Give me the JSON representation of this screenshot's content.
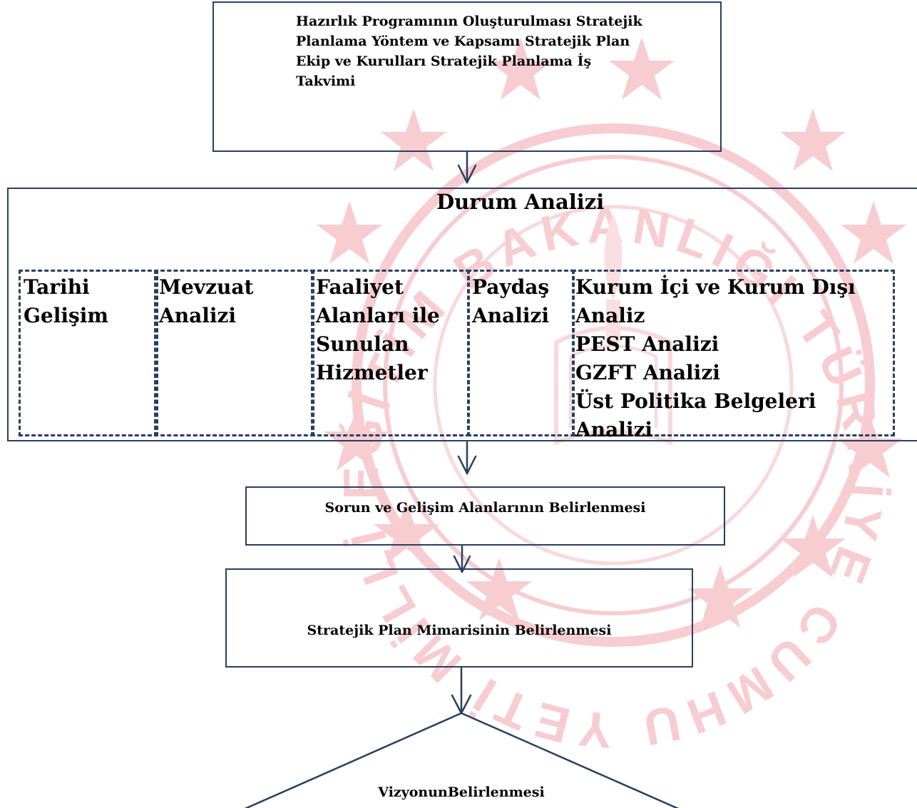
{
  "colors": {
    "border": "#2a3f5e",
    "watermark": "#e8606e"
  },
  "steps": {
    "preparation": {
      "lines": [
        "Hazırlık Programının Oluşturulması Stratejik",
        "Planlama Yöntem ve Kapsamı Stratejik Plan",
        "Ekip ve Kurulları Stratejik Planlama İş",
        "Takvimi"
      ]
    },
    "situation_analysis": {
      "title": "Durum Analizi",
      "columns": [
        {
          "lines": [
            "Tarihi",
            "Gelişim"
          ]
        },
        {
          "lines": [
            "Mevzuat",
            "Analizi"
          ]
        },
        {
          "lines": [
            "Faaliyet",
            "Alanları ile",
            "Sunulan",
            "Hizmetler"
          ]
        },
        {
          "lines": [
            "Paydaş",
            "Analizi"
          ]
        },
        {
          "lines": [
            "Kurum İçi ve Kurum Dışı",
            "Analiz",
            "PEST Analizi",
            "GZFT Analizi",
            "Üst Politika Belgeleri Analizi"
          ]
        }
      ]
    },
    "problem_areas": {
      "label": "Sorun ve Gelişim Alanlarının Belirlenmesi"
    },
    "architecture": {
      "label": "Stratejik Plan Mimarisinin Belirlenmesi"
    },
    "vision": {
      "label": "VizyonunBelirlenmesi"
    }
  },
  "watermark": {
    "ring_text": "YETİ MİLLİ EĞİTİM BAKANLIĞI TÜRKİYE CUMHURİ",
    "icon": "ministry-seal-icon"
  }
}
